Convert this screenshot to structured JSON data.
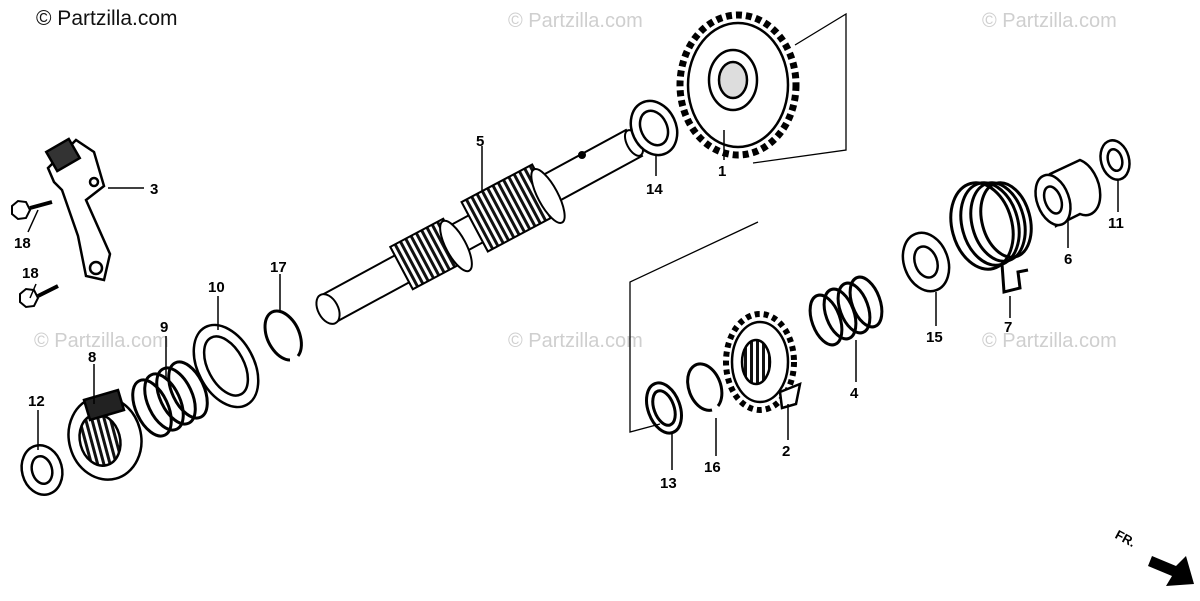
{
  "watermark": {
    "brand": "© Partzilla.com",
    "faded": "© Partzilla.com"
  },
  "direction_label": "FR.",
  "parts": [
    {
      "number": "1",
      "name": "gear"
    },
    {
      "number": "2",
      "name": "ratchet"
    },
    {
      "number": "3",
      "name": "stopper plate"
    },
    {
      "number": "4",
      "name": "spring"
    },
    {
      "number": "5",
      "name": "spindle"
    },
    {
      "number": "6",
      "name": "collar"
    },
    {
      "number": "7",
      "name": "spring"
    },
    {
      "number": "8",
      "name": "ratchet"
    },
    {
      "number": "9",
      "name": "spring"
    },
    {
      "number": "10",
      "name": "washer"
    },
    {
      "number": "11",
      "name": "washer"
    },
    {
      "number": "12",
      "name": "washer"
    },
    {
      "number": "13",
      "name": "circlip"
    },
    {
      "number": "14",
      "name": "washer"
    },
    {
      "number": "15",
      "name": "washer"
    },
    {
      "number": "16",
      "name": "circlip"
    },
    {
      "number": "17",
      "name": "circlip"
    },
    {
      "number": "18",
      "name": "bolt"
    },
    {
      "number": "18",
      "name": "bolt"
    }
  ]
}
